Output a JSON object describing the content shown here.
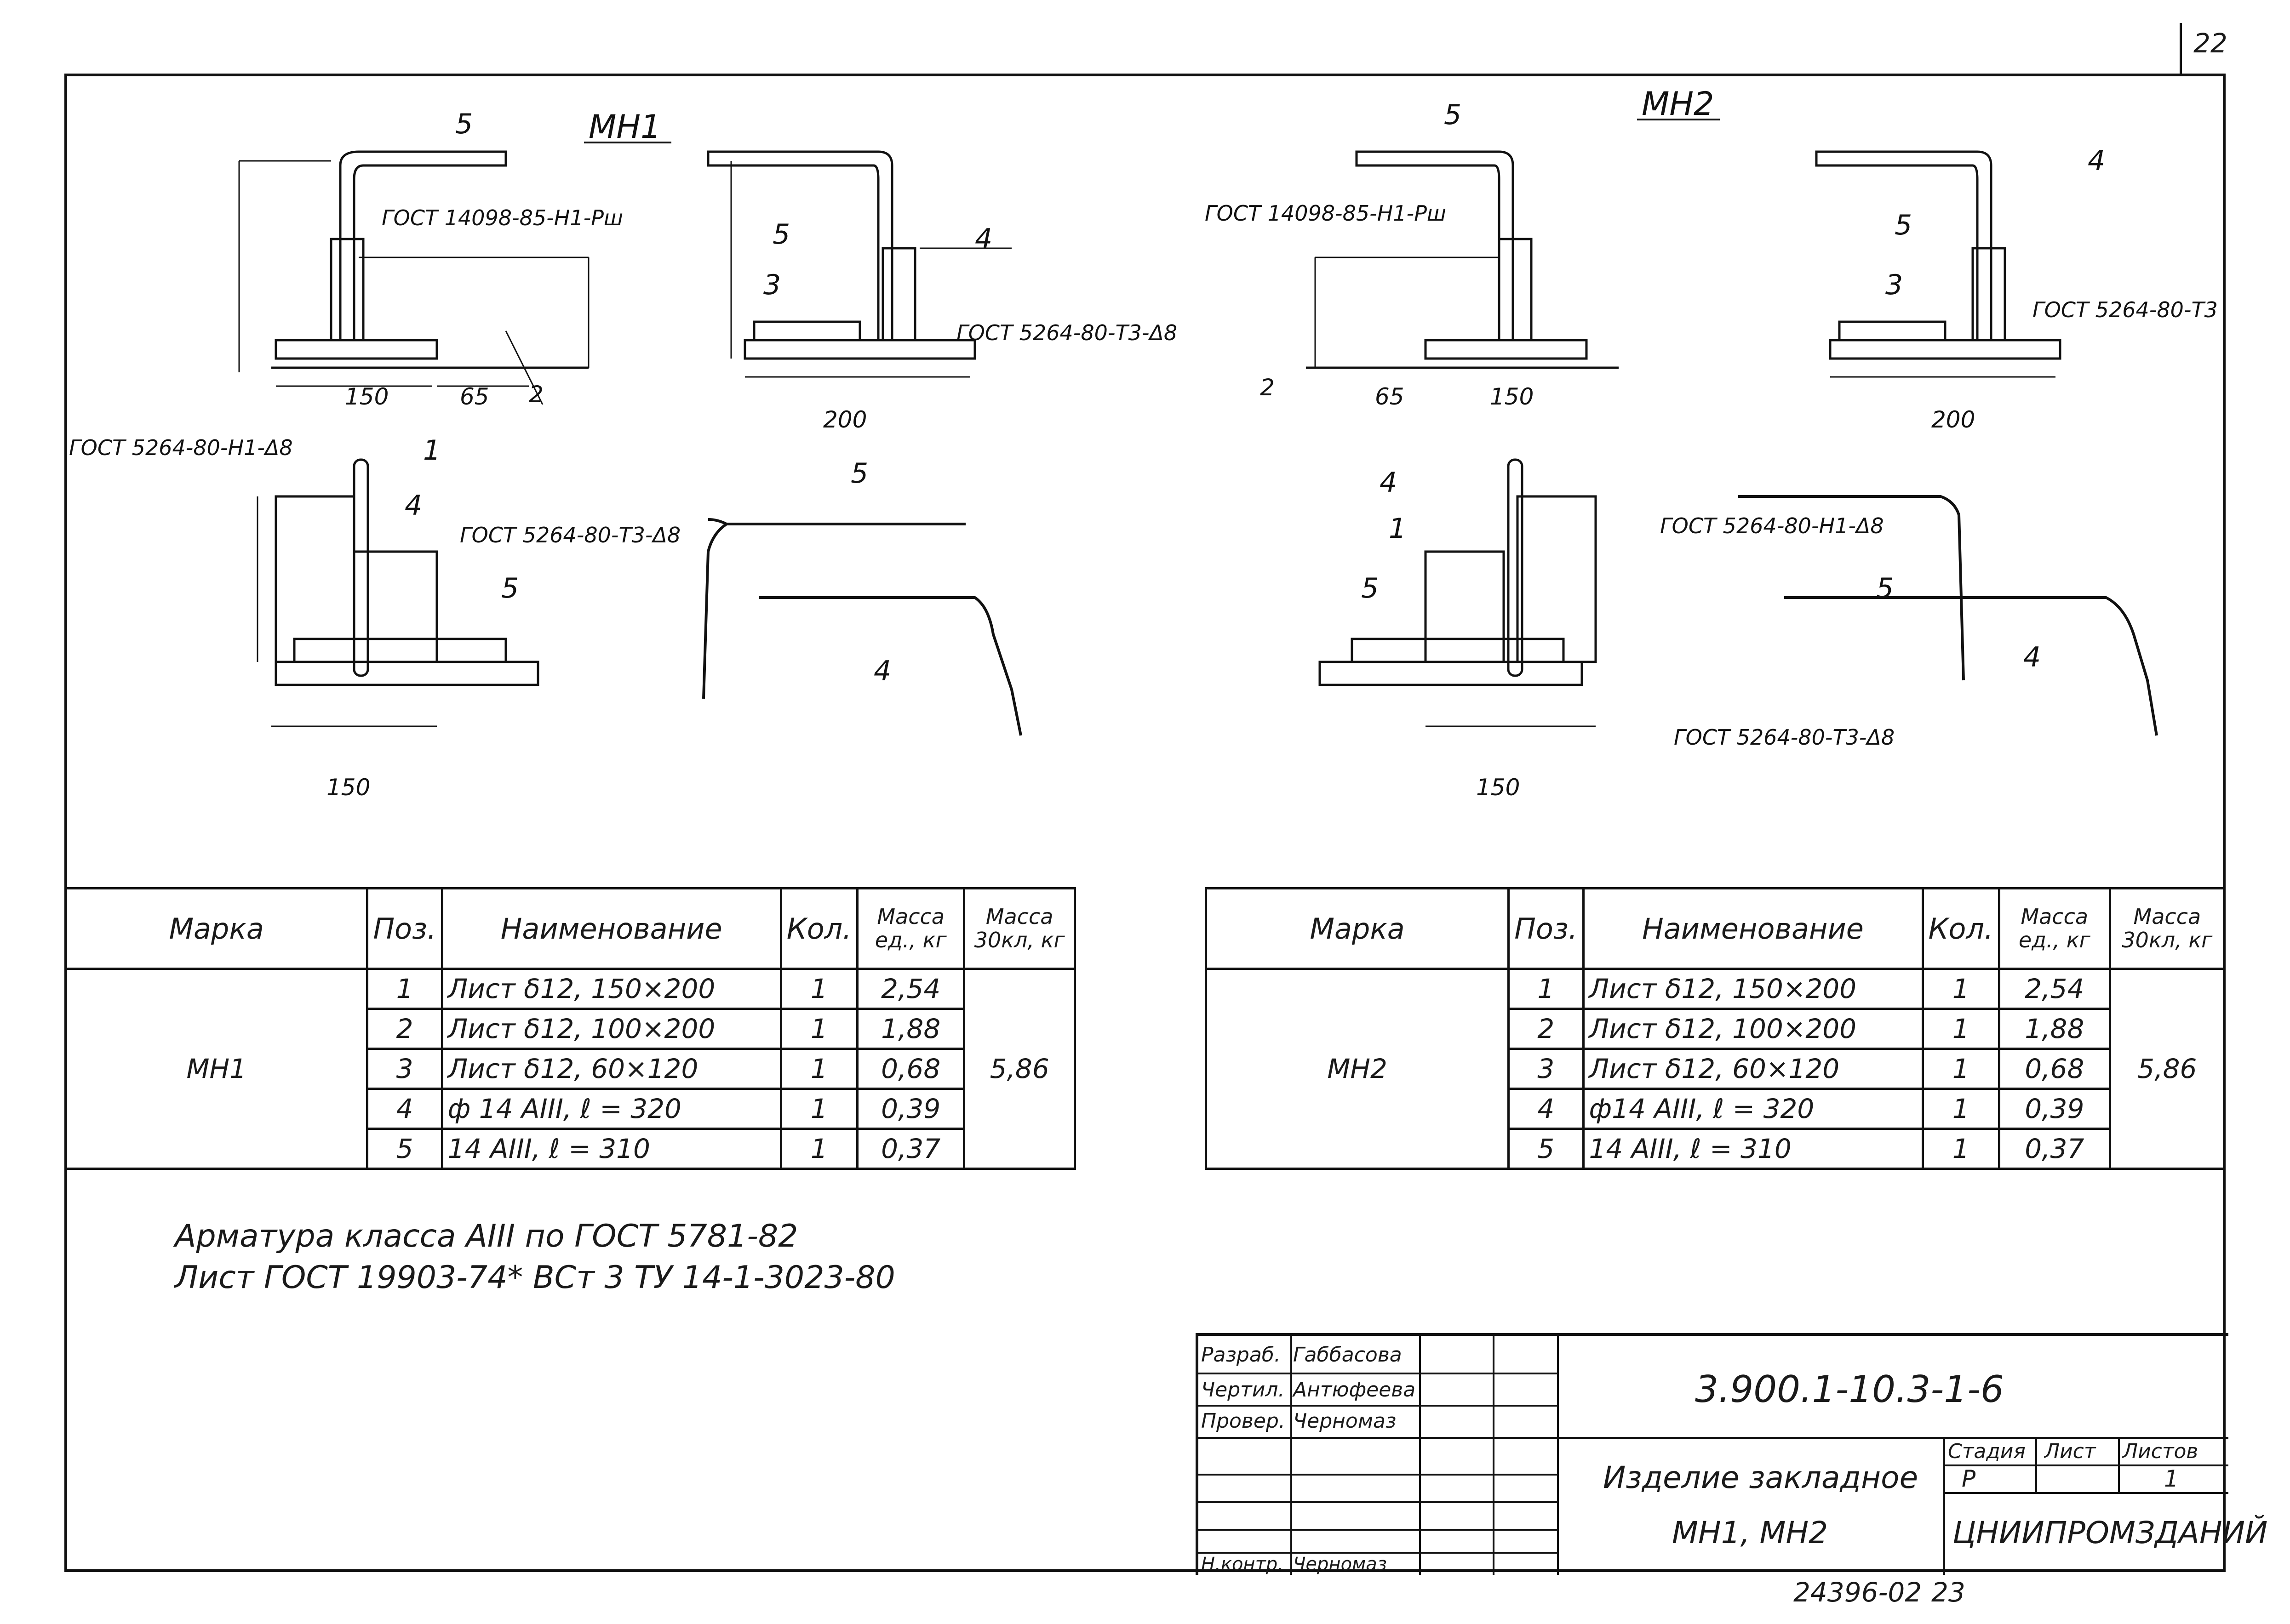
{
  "page": {
    "number": "22"
  },
  "views": {
    "mn1": {
      "title": "МН1",
      "gost_weld_1": "ГОСТ 14098-85-Н1-Рш",
      "gost_weld_2": "ГОСТ 5264-80-Т3-Δ8",
      "gost_weld_3": "ГОСТ 5264-80-Н1-Δ8",
      "gost_weld_4": "ГОСТ 5264-80-Т3-Δ8"
    },
    "mn2": {
      "title": "МН2",
      "gost_weld_1": "ГОСТ 14098-85-Н1-Рш",
      "gost_weld_2": "ГОСТ 5264-80-Т3",
      "gost_weld_3": "ГОСТ 5264-80-Н1-Δ8",
      "gost_weld_4": "ГОСТ 5264-80-Т3-Δ8"
    }
  },
  "spec_headers": {
    "marka": "Марка",
    "poz": "Поз.",
    "name": "Наименование",
    "qty": "Кол.",
    "mass_unit": "Масса ед., кг",
    "mass_item": "Масса 30кл, кг"
  },
  "spec_mn1": {
    "marka": "МН1",
    "total": "5,86",
    "rows": [
      {
        "poz": "1",
        "name": "Лист δ12,  150×200",
        "qty": "1",
        "mass": "2,54"
      },
      {
        "poz": "2",
        "name": "Лист δ12,  100×200",
        "qty": "1",
        "mass": "1,88"
      },
      {
        "poz": "3",
        "name": "Лист δ12,  60×120",
        "qty": "1",
        "mass": "0,68"
      },
      {
        "poz": "4",
        "name": "ф 14 АIII,  ℓ = 320",
        "qty": "1",
        "mass": "0,39"
      },
      {
        "poz": "5",
        "name": "14 АIII,  ℓ = 310",
        "qty": "1",
        "mass": "0,37"
      }
    ]
  },
  "spec_mn2": {
    "marka": "МН2",
    "total": "5,86",
    "rows": [
      {
        "poz": "1",
        "name": "Лист δ12,  150×200",
        "qty": "1",
        "mass": "2,54"
      },
      {
        "poz": "2",
        "name": "Лист δ12,  100×200",
        "qty": "1",
        "mass": "1,88"
      },
      {
        "poz": "3",
        "name": "Лист δ12,  60×120",
        "qty": "1",
        "mass": "0,68"
      },
      {
        "poz": "4",
        "name": "ф14 АIII,  ℓ = 320",
        "qty": "1",
        "mass": "0,39"
      },
      {
        "poz": "5",
        "name": "14 АIII,  ℓ = 310",
        "qty": "1",
        "mass": "0,37"
      }
    ]
  },
  "notes": {
    "line1": "Арматура класса АIII по ГОСТ 5781-82",
    "line2": "Лист ГОСТ 19903-74* ВСт 3 ТУ 14-1-3023-80"
  },
  "title_block": {
    "doc_code": "3.900.1-10.3-1-6",
    "product_name": "Изделие закладное",
    "product_marks": "МН1, МН2",
    "organization": "ЦНИИПРОМЗДАНИЙ",
    "stage_label": "Стадия",
    "sheet_label": "Лист",
    "sheets_label": "Листов",
    "stage": "Р",
    "sheets": "1",
    "roles": [
      {
        "role": "Разраб.",
        "name": "Габбасова"
      },
      {
        "role": "Чертил.",
        "name": "Антюфеева"
      },
      {
        "role": "Провер.",
        "name": "Черномаз"
      },
      {
        "role": "Н.контр.",
        "name": "Черномаз"
      }
    ]
  },
  "archive": {
    "number": "24396-02",
    "page": "23"
  }
}
